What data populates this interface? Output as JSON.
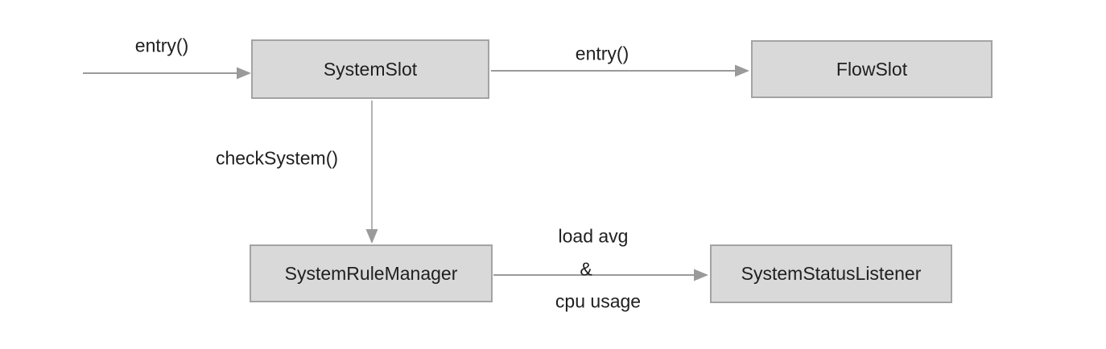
{
  "diagram": {
    "title": "system-slot-flow-diagram",
    "palette": {
      "background": "#ffffff",
      "node_fill": "#d9d9d9",
      "node_border": "#a3a3a3",
      "arrow_color": "#9a9a9a",
      "text_color": "#202020"
    },
    "nodes": [
      {
        "id": "system-slot",
        "label": "SystemSlot"
      },
      {
        "id": "flow-slot",
        "label": "FlowSlot"
      },
      {
        "id": "system-rule-manager",
        "label": "SystemRuleManager"
      },
      {
        "id": "system-status-listener",
        "label": "SystemStatusListener"
      }
    ],
    "edges": [
      {
        "from": "external-entry",
        "to": "system-slot",
        "label": "entry()"
      },
      {
        "from": "system-slot",
        "to": "flow-slot",
        "label": "entry()"
      },
      {
        "from": "system-slot",
        "to": "system-rule-manager",
        "label": "checkSystem()"
      },
      {
        "from": "system-rule-manager",
        "to": "system-status-listener",
        "label": "load avg & cpu usage",
        "label_lines": [
          "load avg",
          "&",
          "cpu usage"
        ]
      }
    ]
  }
}
